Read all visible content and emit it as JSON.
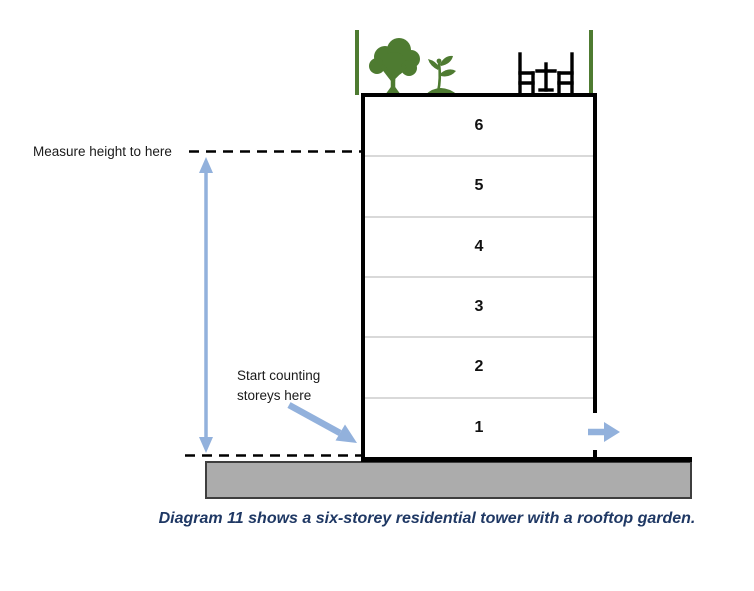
{
  "colors": {
    "arrow_blue": "#92B1DC",
    "garden_green": "#4E7B31",
    "ground_gray": "#ACACAC",
    "ground_border": "#3E3E3E",
    "floor_divider_gray": "#D9D9D9",
    "caption_navy": "#1F3864",
    "structure_black": "#000000"
  },
  "annotations": {
    "measure_height_label": "Measure height to here",
    "start_counting_label": "Start counting\nstoreys here"
  },
  "building": {
    "storey_count": 6,
    "floors": [
      "6",
      "5",
      "4",
      "3",
      "2",
      "1"
    ]
  },
  "rooftop": {
    "icons": [
      "tree-icon",
      "sprout-icon",
      "table-and-chairs-icon"
    ]
  },
  "markers": {
    "height_extent_arrow": "double-headed-vertical-arrow",
    "start_counting_arrow": "diagonal-arrow-down-right",
    "entrance_arrow": "arrow-right"
  },
  "caption": "Diagram 11 shows a six-storey residential tower with a rooftop garden."
}
